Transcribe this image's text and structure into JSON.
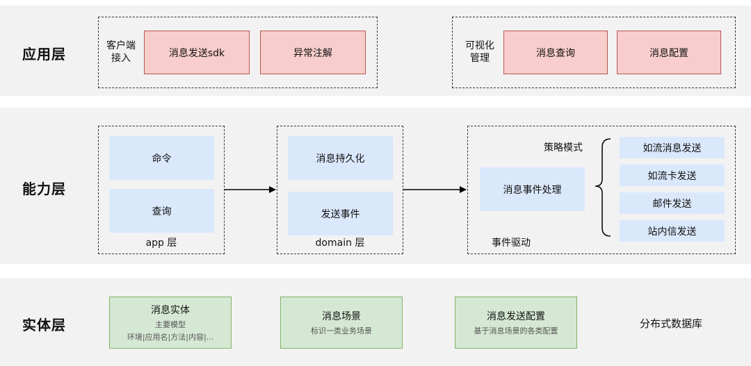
{
  "app_layer": {
    "title": "应用层",
    "client_group": {
      "label_line1": "客户端",
      "label_line2": "接入",
      "boxes": [
        "消息发送sdk",
        "异常注解"
      ]
    },
    "visual_group": {
      "label_line1": "可视化",
      "label_line2": "管理",
      "boxes": [
        "消息查询",
        "消息配置"
      ]
    }
  },
  "capability_layer": {
    "title": "能力层",
    "app_group": {
      "boxes": [
        "命令",
        "查询"
      ],
      "caption": "app 层"
    },
    "domain_group": {
      "boxes": [
        "消息持久化",
        "发送事件"
      ],
      "caption": "domain 层"
    },
    "event_group": {
      "strategy_label": "策略模式",
      "handler": "消息事件处理",
      "senders": [
        "如流消息发送",
        "如流卡发送",
        "邮件发送",
        "站内信发送"
      ],
      "caption": "事件驱动"
    }
  },
  "entity_layer": {
    "title": "实体层",
    "entities": [
      {
        "title": "消息实体",
        "line2": "主要模型",
        "line3": "环境|应用名|方法|内容|..."
      },
      {
        "title": "消息场景",
        "line2": "标识一类业务场景"
      },
      {
        "title": "消息发送配置",
        "line2": "基于消息场景的各类配置"
      }
    ],
    "db_label": "分布式数据库"
  },
  "colors": {
    "band": "#f2f2f2",
    "red_fill": "#f8cecc",
    "red_border": "#b85450",
    "blue_fill": "#dae8fc",
    "green_fill": "#d5e8d4",
    "green_border": "#82b366"
  }
}
